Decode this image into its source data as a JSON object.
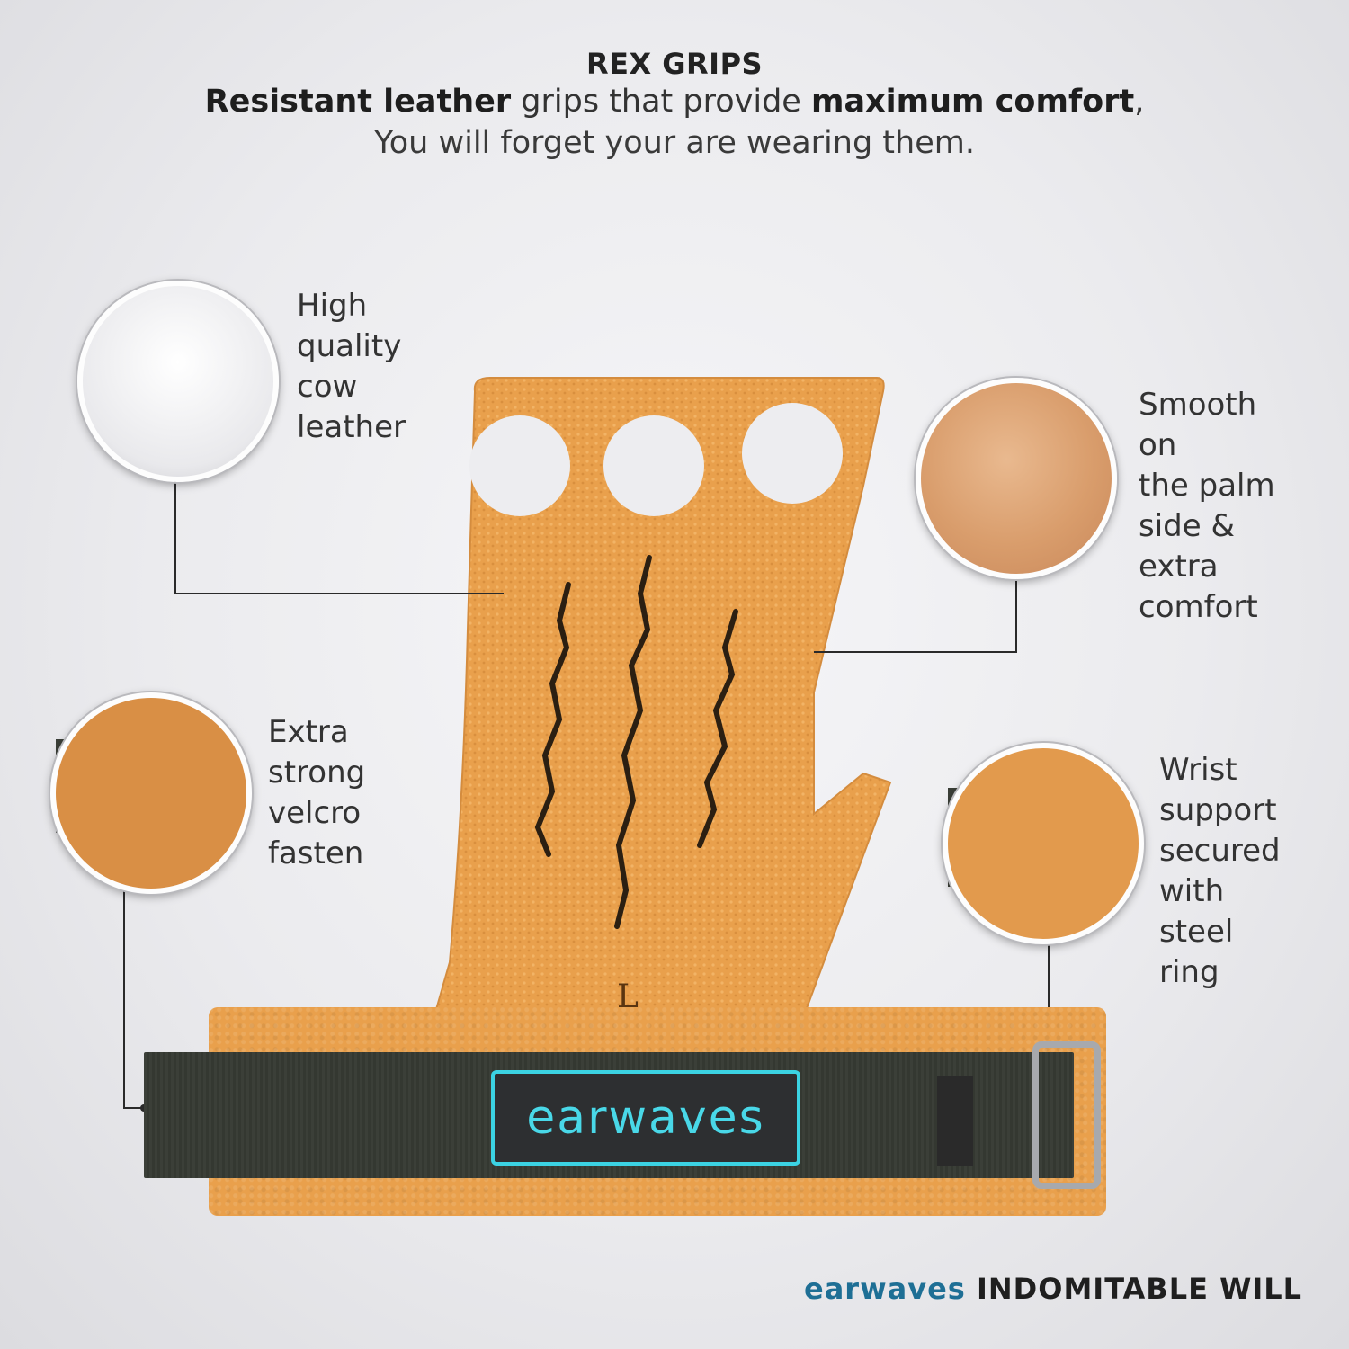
{
  "header": {
    "title": "REX GRIPS",
    "line1_bold1": "Resistant leather",
    "line1_mid": " grips that provide ",
    "line1_bold2": "maximum comfort",
    "line1_end": ",",
    "line2": "You will forget your are wearing them."
  },
  "features": {
    "leather": [
      "High",
      "quality",
      "cow",
      "leather"
    ],
    "palm": [
      "Smooth",
      "on",
      "the palm",
      "side &",
      "extra",
      "comfort"
    ],
    "velcro": [
      "Extra",
      "strong",
      "velcro",
      "fasten"
    ],
    "wrist": [
      "Wrist",
      "support",
      "secured",
      "with",
      "steel",
      "ring"
    ]
  },
  "product": {
    "size": "L",
    "logo": "earwaves"
  },
  "footer": {
    "brand": "earwaves",
    "slogan": "INDOMITABLE WILL"
  },
  "colors": {
    "leather": "#e9a04c",
    "strap": "#3b3f38",
    "logo_accent": "#3bd3e3",
    "footer_brand": "#1e6f95"
  }
}
